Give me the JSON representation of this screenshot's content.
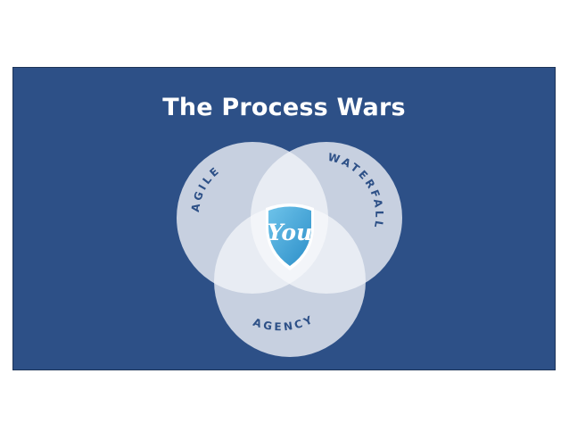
{
  "slide": {
    "title": "The Process Wars",
    "background_color": "#2d5087"
  },
  "venn": {
    "sets": [
      {
        "id": "left",
        "label": "AGILE"
      },
      {
        "id": "right",
        "label": "WATERFALL"
      },
      {
        "id": "bottom",
        "label": "AGENCY"
      }
    ],
    "center_label": "You",
    "colors": {
      "circle_fill": "#c7d0e0",
      "pair_overlap_fill": "#e8ecf3",
      "center_fill": "#f3f5f9",
      "label_color": "#2d5087",
      "shield_gradient_start": "#6ec3ea",
      "shield_gradient_end": "#2b8ec8"
    }
  }
}
